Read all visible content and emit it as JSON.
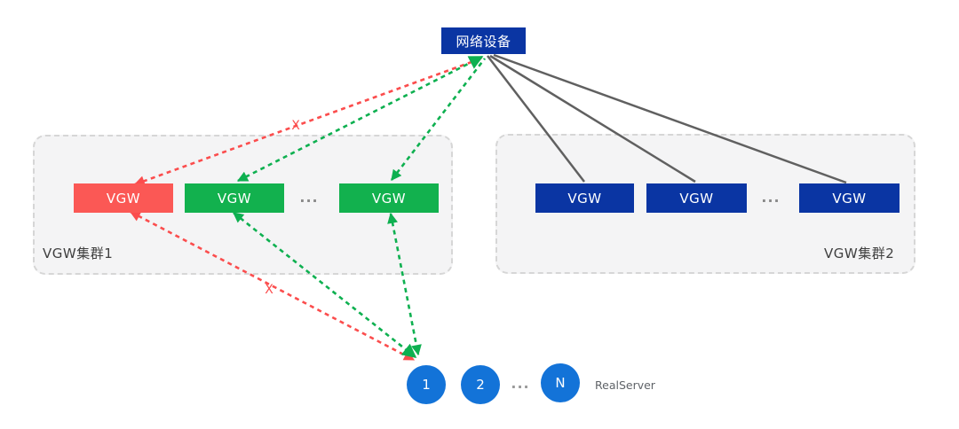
{
  "title_node": {
    "label": "网络设备"
  },
  "cluster1": {
    "label": "VGW集群1",
    "ellipsis": "...",
    "nodes": [
      {
        "label": "VGW",
        "status": "failed"
      },
      {
        "label": "VGW",
        "status": "healthy"
      },
      {
        "label": "VGW",
        "status": "healthy"
      }
    ]
  },
  "cluster2": {
    "label": "VGW集群2",
    "ellipsis": "...",
    "nodes": [
      {
        "label": "VGW"
      },
      {
        "label": "VGW"
      },
      {
        "label": "VGW"
      }
    ]
  },
  "real_servers": {
    "caption": "RealServer",
    "ellipsis": "...",
    "nodes": [
      {
        "label": "1"
      },
      {
        "label": "2"
      },
      {
        "label": "N"
      }
    ]
  },
  "failure_marks": {
    "upstream": "X",
    "downstream": "X"
  },
  "colors": {
    "dark_blue": "#0a35a3",
    "failed_red": "#fb5855",
    "healthy_green": "#12b14e",
    "circle_blue": "#1373d8",
    "red_line": "#fb4d4d",
    "green_line": "#0eb050",
    "gray_line": "#606060",
    "cluster_bg": "#f4f4f5"
  }
}
